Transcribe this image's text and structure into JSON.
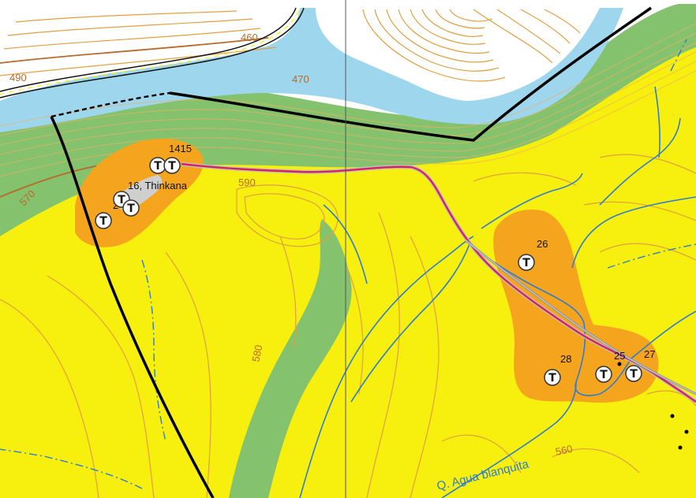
{
  "map": {
    "colors": {
      "background": "#ffffff",
      "lowland": "#f7ef0d",
      "slope": "#84c26e",
      "river": "#9ed6ee",
      "mining_zone": "#f5a41e",
      "contour": "#e0a040",
      "index_contour": "#b86a2a",
      "stream": "#2d7dd2",
      "road": "#d6245b",
      "boundary": "#000000"
    },
    "elevation_labels": {
      "e460": "460",
      "e490": "490",
      "e470": "470",
      "e570": "570",
      "e590": "590",
      "e580": "580",
      "e560": "560"
    },
    "river_label": "Q. Agua blanquita",
    "mine_labels": {
      "m1415": "1415",
      "m16": "16, Thinkana",
      "m2": "2",
      "m26": "26",
      "m28": "28",
      "m25": "25",
      "m27": "27"
    },
    "mine_symbol": "T",
    "mine_icon": "mine-t-icon"
  }
}
